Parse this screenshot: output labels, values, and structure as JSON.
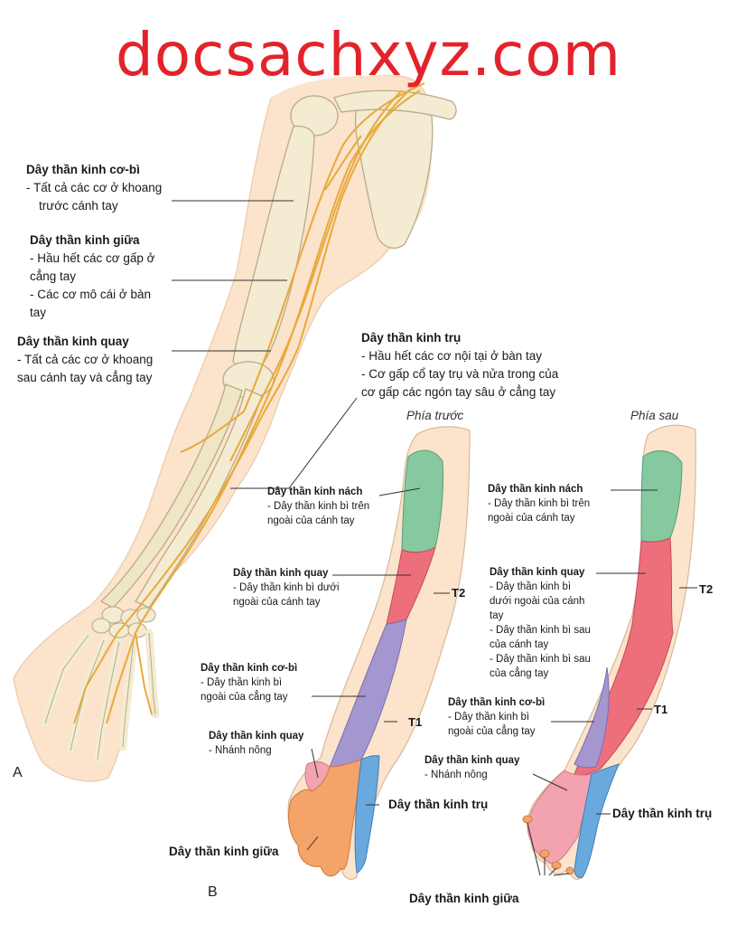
{
  "watermark": "docsachxyz.com",
  "panel_a": {
    "letter": "A",
    "musculocutaneous": {
      "title": "Dây thần kinh cơ-bì",
      "lines": [
        "- Tất cả các cơ ở khoang",
        "trước cánh tay"
      ]
    },
    "median": {
      "title": "Dây thần kinh giữa",
      "lines": [
        "- Hầu hết các cơ gấp ở",
        "cẳng tay",
        "- Các cơ mô cái ở bàn",
        "tay"
      ]
    },
    "radial": {
      "title": "Dây thần kinh quay",
      "lines": [
        "- Tất cả các cơ ở khoang",
        "sau cánh tay và cẳng tay"
      ]
    },
    "ulnar": {
      "title": "Dây thần kinh trụ",
      "lines": [
        "- Hầu hết các cơ nội tại ở bàn tay",
        "- Cơ gấp cổ tay trụ và nửa trong của",
        "cơ gấp các ngón tay sâu ở cẳng tay"
      ]
    }
  },
  "panel_b": {
    "letter": "B",
    "front": {
      "heading": "Phía trước",
      "axillary": {
        "title": "Dây thần kinh nách",
        "lines": [
          "- Dây thần kinh bì trên",
          "ngoài của cánh tay"
        ]
      },
      "radial": {
        "title": "Dây thần kinh quay",
        "lines": [
          "- Dây thần kinh bì dưới",
          "ngoài của cánh tay"
        ]
      },
      "musculocutaneous": {
        "title": "Dây thần kinh cơ-bì",
        "lines": [
          "- Dây thần kinh bì",
          "ngoài của cẳng tay"
        ]
      },
      "radial_superficial": {
        "title": "Dây thần kinh quay",
        "lines": [
          "- Nhánh nông"
        ]
      },
      "t2": "T2",
      "t1": "T1",
      "ulnar": "Dây thần kinh trụ",
      "median": "Dây thần kinh giữa"
    },
    "back": {
      "heading": "Phía sau",
      "axillary": {
        "title": "Dây thần kinh nách",
        "lines": [
          "- Dây thần kinh bì trên",
          "ngoài của cánh tay"
        ]
      },
      "radial": {
        "title": "Dây thần kinh quay",
        "lines": [
          "- Dây thần kinh bì",
          "dưới ngoài của cánh",
          "tay",
          "- Dây thần kinh bì sau",
          "của cánh tay",
          "- Dây thần kinh bì sau",
          "của cẳng tay"
        ]
      },
      "musculocutaneous": {
        "title": "Dây thần kinh cơ-bì",
        "lines": [
          "- Dây thần kinh bì",
          "ngoài của cẳng tay"
        ]
      },
      "radial_superficial": {
        "title": "Dây thần kinh quay",
        "lines": [
          "- Nhánh nông"
        ]
      },
      "t2": "T2",
      "t1": "T1",
      "ulnar": "Dây thần kinh trụ",
      "median": "Dây thần kinh giữa"
    }
  },
  "colors": {
    "watermark": "#e3232b",
    "skin": "#fbe3cc",
    "bone": "#f1e9c8",
    "nerve": "#e9a93a",
    "axillary_zone": "#86c9a0",
    "radial_zone": "#ee6f7c",
    "musculocutaneous_zone": "#a497cf",
    "median_zone": "#f4a469",
    "ulnar_zone": "#6aa9dd",
    "radial_hand_zone": "#f3a2b0"
  }
}
